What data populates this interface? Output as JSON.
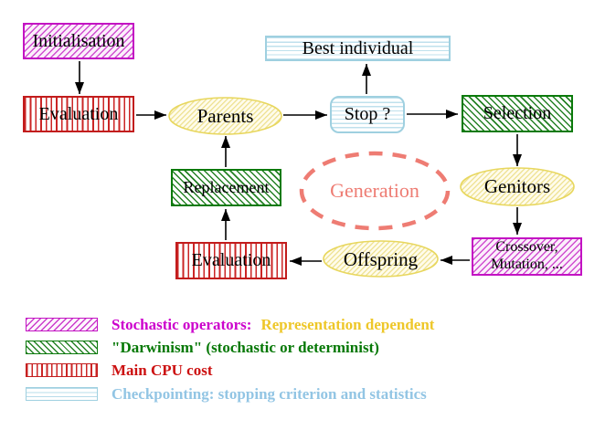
{
  "figure": {
    "background": "#ffffff",
    "nodes": {
      "initialisation": {
        "label": "Initialisation",
        "style": "stochastic-operator"
      },
      "evaluation_top": {
        "label": "Evaluation",
        "style": "main-cpu-cost"
      },
      "parents": {
        "label": "Parents",
        "style": "population"
      },
      "best_individual": {
        "label": "Best individual",
        "style": "checkpointing"
      },
      "stop": {
        "label": "Stop ?",
        "style": "checkpointing"
      },
      "selection": {
        "label": "Selection",
        "style": "darwinism"
      },
      "genitors": {
        "label": "Genitors",
        "style": "population"
      },
      "crossover_mutation": {
        "label_line1": "Crossover,",
        "label_line2": "Mutation, ...",
        "style": "stochastic-operator"
      },
      "offspring": {
        "label": "Offspring",
        "style": "population"
      },
      "evaluation_bottom": {
        "label": "Evaluation",
        "style": "main-cpu-cost"
      },
      "replacement": {
        "label": "Replacement",
        "style": "darwinism"
      },
      "generation": {
        "label": "Generation",
        "style": "generation-loop"
      }
    },
    "edges": [
      {
        "from": "initialisation",
        "to": "evaluation_top"
      },
      {
        "from": "evaluation_top",
        "to": "parents"
      },
      {
        "from": "parents",
        "to": "stop"
      },
      {
        "from": "stop",
        "to": "best_individual"
      },
      {
        "from": "stop",
        "to": "selection"
      },
      {
        "from": "selection",
        "to": "genitors"
      },
      {
        "from": "genitors",
        "to": "crossover_mutation"
      },
      {
        "from": "crossover_mutation",
        "to": "offspring"
      },
      {
        "from": "offspring",
        "to": "evaluation_bottom"
      },
      {
        "from": "evaluation_bottom",
        "to": "replacement"
      },
      {
        "from": "replacement",
        "to": "parents"
      }
    ],
    "legend": [
      {
        "swatch": "magenta-diagonal-hatch",
        "label": "Stochastic operators:",
        "label2": "Representation dependent",
        "label_color": "#cc00cc",
        "label2_color": "#eec729"
      },
      {
        "swatch": "green-diagonal-hatch",
        "label": "\"Darwinism\" (stochastic or determinist)",
        "label_color": "#067806"
      },
      {
        "swatch": "red-vertical-stripes",
        "label": "Main CPU cost",
        "label_color": "#cc1111"
      },
      {
        "swatch": "cyan-horizontal-stripes",
        "label": "Checkpointing: stopping criterion and statistics",
        "label_color": "#92c5e4"
      }
    ],
    "colors": {
      "stochastic_magenta": "#c313c3",
      "darwinism_green": "#0b7a0b",
      "cpu_red": "#c21c1c",
      "checkpointing_cyan": "#9fd0e0",
      "population_yellow": "#e8d75e",
      "generation_salmon": "#ee7c73",
      "arrow_black": "#000000"
    }
  }
}
